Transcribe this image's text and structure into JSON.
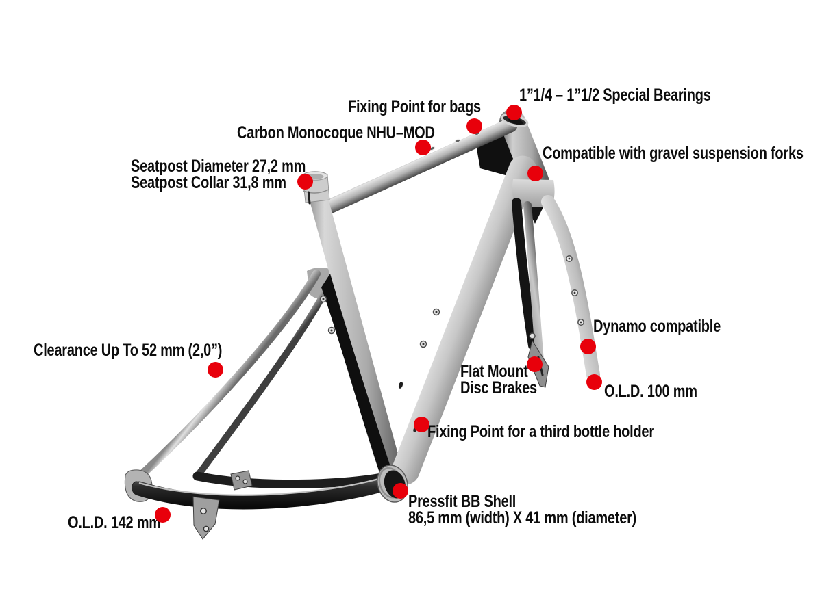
{
  "diagram": {
    "subject": "gravel bike carbon frameset with callout features",
    "background_color": "#ffffff",
    "dot_color": "#e8000b",
    "text_color": "#0c0c0c",
    "annotations": [
      {
        "id": "special-bearings",
        "lines": [
          "1”1/4 – 1”1/2 Special Bearings"
        ]
      },
      {
        "id": "fixing-bags",
        "lines": [
          "Fixing Point for bags"
        ]
      },
      {
        "id": "carbon-monocoque",
        "lines": [
          "Carbon Monocoque NHU–MOD"
        ]
      },
      {
        "id": "suspension-forks",
        "lines": [
          "Compatible with gravel suspension forks"
        ]
      },
      {
        "id": "seatpost",
        "lines": [
          "Seatpost Diameter 27,2 mm",
          "Seatpost Collar 31,8 mm"
        ]
      },
      {
        "id": "clearance",
        "lines": [
          "Clearance Up To 52 mm (2,0”)"
        ]
      },
      {
        "id": "dynamo",
        "lines": [
          "Dynamo compatible"
        ]
      },
      {
        "id": "flat-mount",
        "lines": [
          "Flat Mount",
          "Disc Brakes"
        ]
      },
      {
        "id": "old-100",
        "lines": [
          "O.L.D. 100 mm"
        ]
      },
      {
        "id": "third-bottle",
        "lines": [
          "Fixing Point for a third bottle holder"
        ]
      },
      {
        "id": "pressfit-bb",
        "lines": [
          "Pressfit BB Shell",
          "86,5 mm (width) X 41 mm (diameter)"
        ]
      },
      {
        "id": "old-142",
        "lines": [
          "O.L.D. 142 mm"
        ]
      }
    ]
  }
}
